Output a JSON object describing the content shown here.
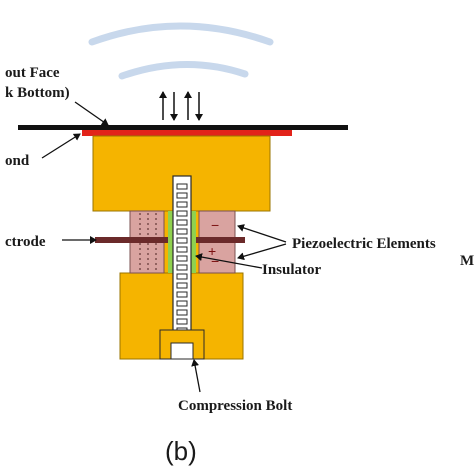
{
  "labels": {
    "radiant_face": [
      "out Face",
      "k Bottom)"
    ],
    "bond": "ond",
    "electrode": "ctrode",
    "piezo": "Piezoelectric Elements",
    "piezo_suffix": "M",
    "insulator": "Insulator",
    "bolt": "Compression Bolt"
  },
  "caption": "(b)",
  "signs": {
    "minus": "−",
    "plus": "+"
  },
  "colors": {
    "housing": "#f5b400",
    "housing_edge": "#9a7400",
    "plate": "#111111",
    "bond_layer": "#e2231a",
    "piezo": "#d9a3a0",
    "electrode": "#6b2a2a",
    "insulator": "#8fd14f",
    "wave": "#c8d8ec"
  },
  "icons": [
    "arrow-up-icon",
    "arrow-down-icon"
  ]
}
